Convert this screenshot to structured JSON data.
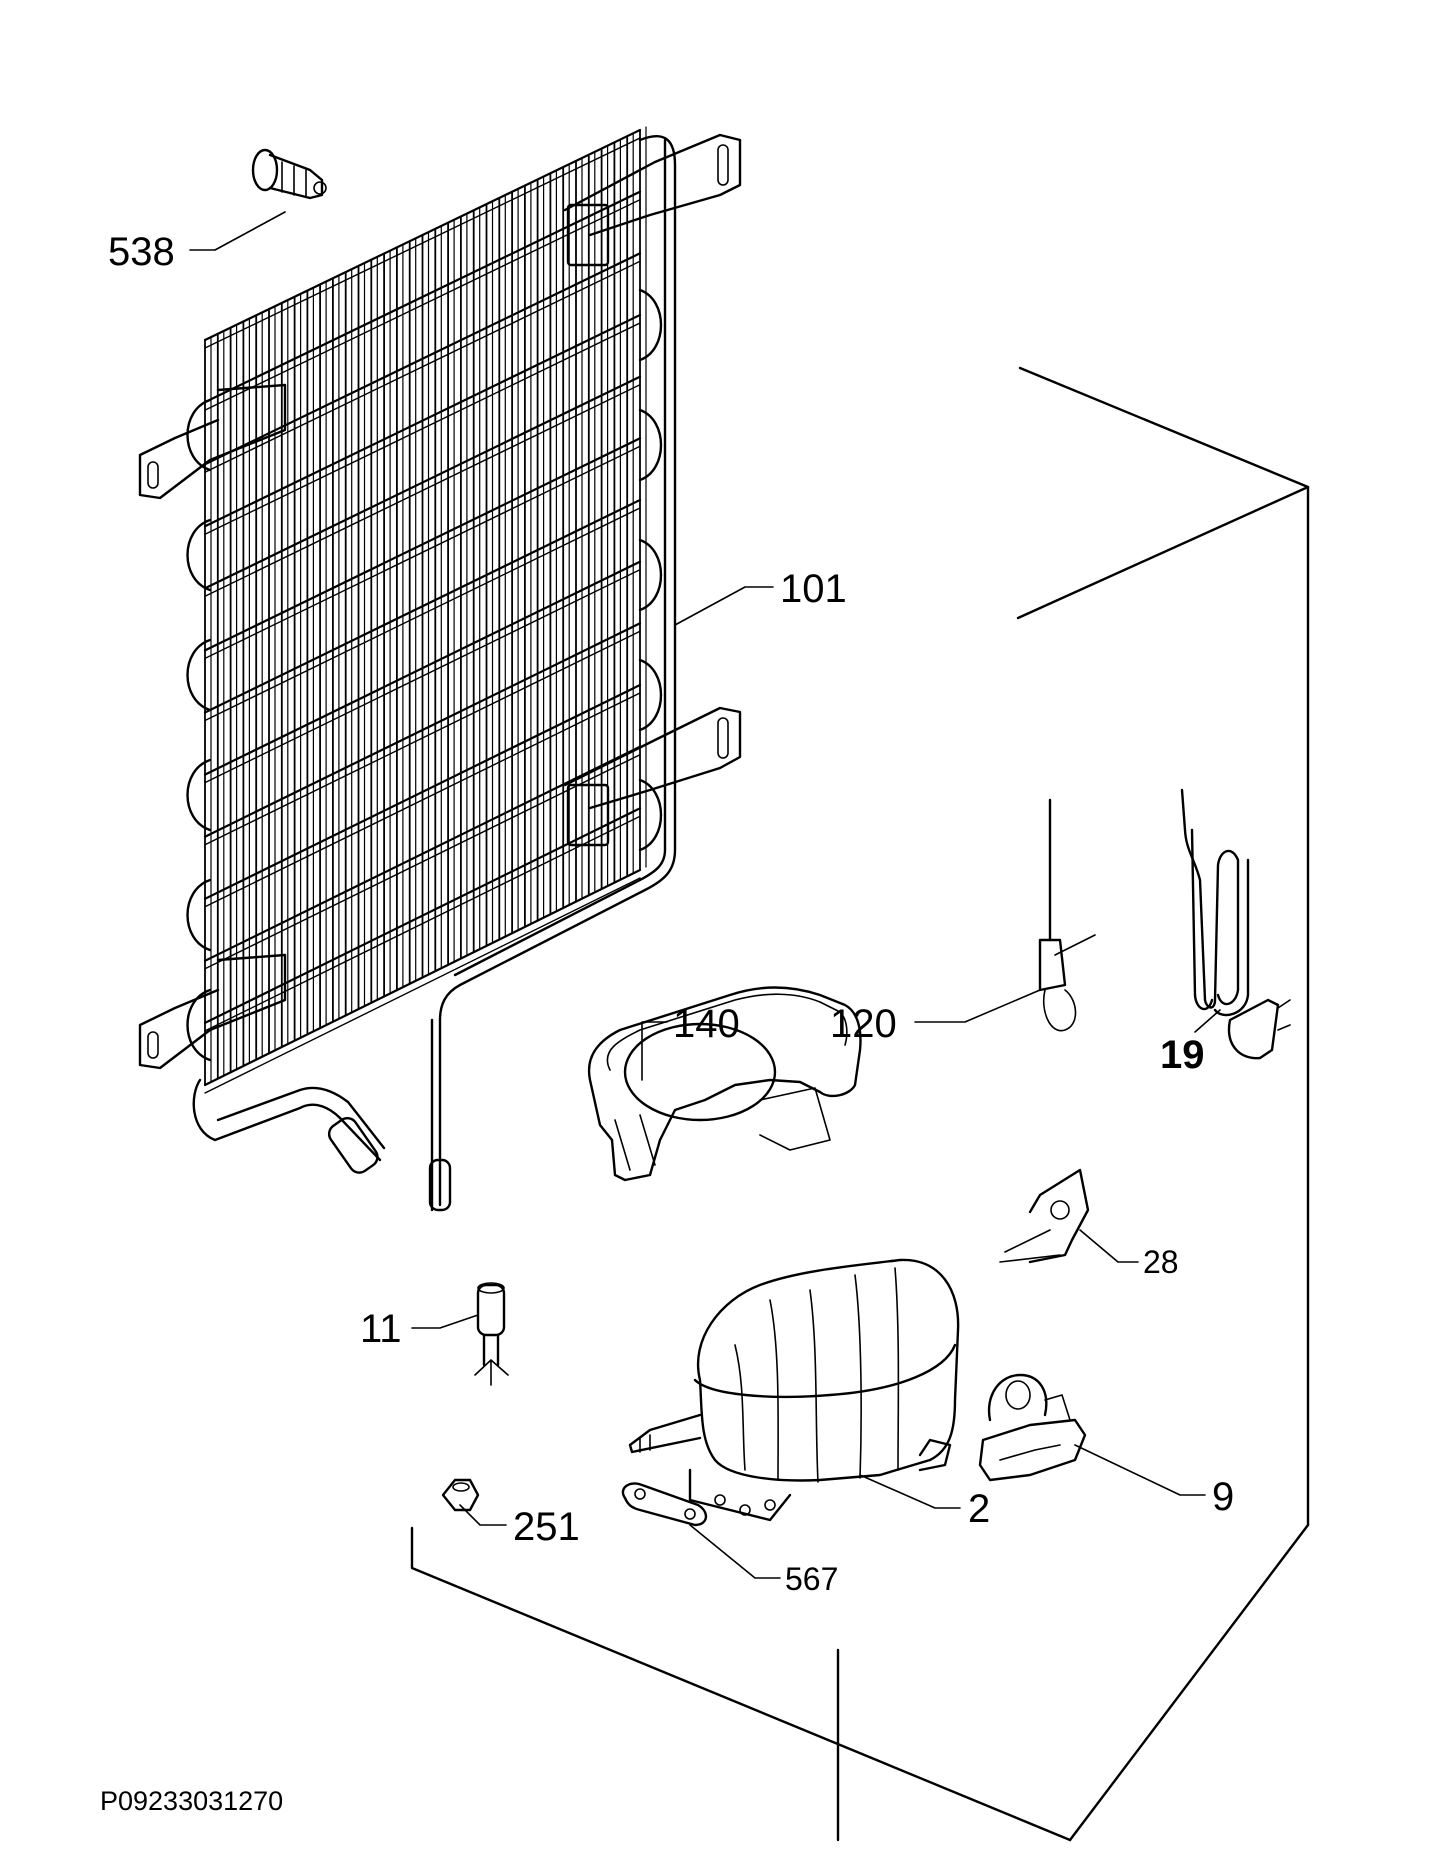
{
  "drawing_code": "P09233031270",
  "labels": {
    "p538": "538",
    "p101": "101",
    "p140": "140",
    "p120": "120",
    "p19": "19",
    "p28": "28",
    "p11": "11",
    "p251": "251",
    "p567": "567",
    "p2": "2",
    "p9": "9"
  },
  "colors": {
    "line": "#000000",
    "background": "#ffffff"
  }
}
